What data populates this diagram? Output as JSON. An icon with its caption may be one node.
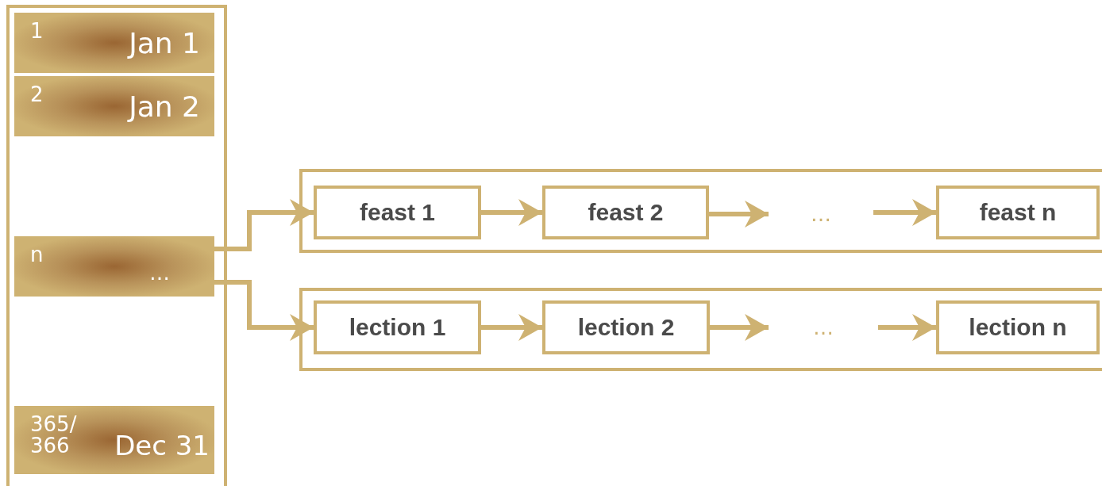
{
  "diagram": {
    "nodes": [
      {
        "text": [],
        "shape": "box"
      },
      {
        "text": [
          "1",
          "Jan 1"
        ],
        "in": 0
      },
      {
        "text": [
          "2",
          "Jan 2"
        ],
        "in": 0
      },
      {
        "text": [
          "n",
          "…"
        ],
        "in": 0
      },
      {
        "text": [
          "365/ 366",
          "Dec 31"
        ],
        "in": 0
      },
      {
        "text": [],
        "shape": "box"
      },
      {
        "text": [
          "feast 1"
        ],
        "in": 5
      },
      {
        "text": [
          "feast 2"
        ],
        "in": 5
      },
      {
        "text": [
          "…"
        ],
        "in": 5
      },
      {
        "text": [
          "feast n"
        ],
        "in": 5
      },
      {
        "text": [],
        "shape": "box"
      },
      {
        "text": [
          "lection 1"
        ],
        "in": 10
      },
      {
        "text": [
          "lection 2"
        ],
        "in": 10
      },
      {
        "text": [
          "…"
        ],
        "in": 10
      },
      {
        "text": [
          "lection n"
        ],
        "in": 10
      }
    ],
    "edges": [
      {
        "from": 3,
        "to": 6,
        "arrow": "to"
      },
      {
        "from": 3,
        "to": 11,
        "arrow": "to"
      },
      {
        "from": 6,
        "to": 7,
        "arrow": "to"
      },
      {
        "from": 7,
        "to": 8,
        "arrow": "to"
      },
      {
        "from": 8,
        "to": 9,
        "arrow": "to"
      },
      {
        "from": 11,
        "to": 12,
        "arrow": "to"
      },
      {
        "from": 12,
        "to": 13,
        "arrow": "to"
      },
      {
        "from": 13,
        "to": 14,
        "arrow": "to"
      }
    ]
  }
}
